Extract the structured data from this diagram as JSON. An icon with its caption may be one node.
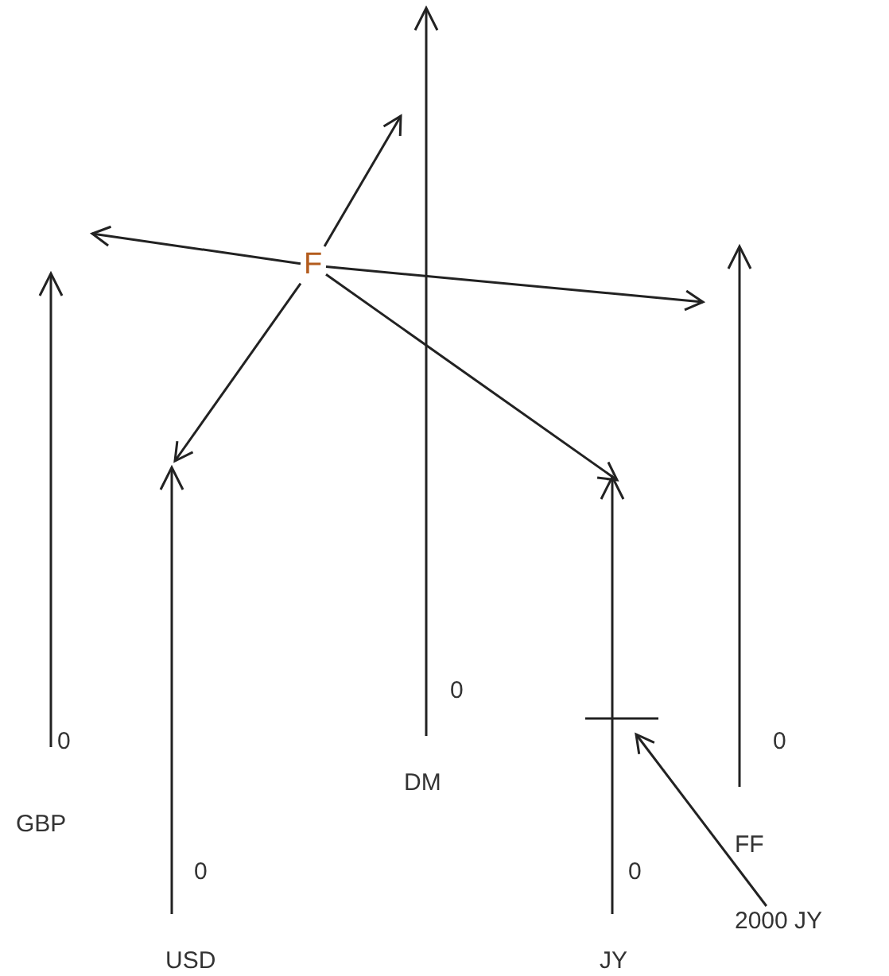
{
  "diagram": {
    "nodes": [
      {
        "text": [
          "F"
        ]
      },
      {
        "text": [
          "2000 JY"
        ]
      }
    ],
    "edges": [
      {
        "from": 0,
        "to": null,
        "arrow": "to"
      },
      {
        "from": 0,
        "to": null,
        "arrow": "to"
      },
      {
        "from": 0,
        "to": null,
        "arrow": "to"
      },
      {
        "from": 0,
        "to": null,
        "arrow": "to"
      },
      {
        "from": 0,
        "to": null,
        "arrow": "to"
      },
      {
        "from": 1,
        "to": null,
        "arrow": "to"
      }
    ],
    "labels": [
      "0",
      "0",
      "0",
      "GBP",
      "DM",
      "FF",
      "0",
      "0",
      "USD",
      "JY"
    ]
  }
}
